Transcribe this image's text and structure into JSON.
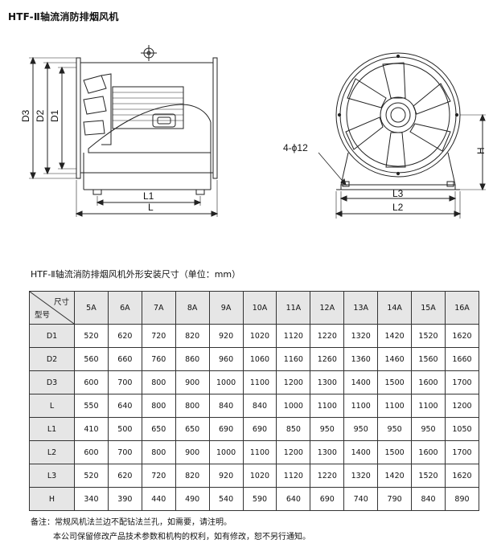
{
  "title": "HTF-Ⅱ轴流消防排烟风机",
  "drawing": {
    "labels": {
      "d3": "D3",
      "d2": "D2",
      "d1": "D1",
      "l1": "L1",
      "l": "L",
      "holes": "4-ϕ12",
      "l3": "L3",
      "l2": "L2",
      "h": "H"
    }
  },
  "table": {
    "caption": "HTF-Ⅱ轴流消防排烟风机外形安装尺寸（单位：mm）",
    "corner_top": "尺寸",
    "corner_bottom": "型号",
    "columns": [
      "5A",
      "6A",
      "7A",
      "8A",
      "9A",
      "10A",
      "11A",
      "12A",
      "13A",
      "14A",
      "15A",
      "16A"
    ],
    "rows": [
      {
        "label": "D1",
        "values": [
          "520",
          "620",
          "720",
          "820",
          "920",
          "1020",
          "1120",
          "1220",
          "1320",
          "1420",
          "1520",
          "1620"
        ]
      },
      {
        "label": "D2",
        "values": [
          "560",
          "660",
          "760",
          "860",
          "960",
          "1060",
          "1160",
          "1260",
          "1360",
          "1460",
          "1560",
          "1660"
        ]
      },
      {
        "label": "D3",
        "values": [
          "600",
          "700",
          "800",
          "900",
          "1000",
          "1100",
          "1200",
          "1300",
          "1400",
          "1500",
          "1600",
          "1700"
        ]
      },
      {
        "label": "L",
        "values": [
          "550",
          "640",
          "800",
          "800",
          "840",
          "840",
          "1000",
          "1100",
          "1100",
          "1100",
          "1100",
          "1200"
        ]
      },
      {
        "label": "L1",
        "values": [
          "410",
          "500",
          "650",
          "650",
          "690",
          "690",
          "850",
          "950",
          "950",
          "950",
          "950",
          "1050"
        ]
      },
      {
        "label": "L2",
        "values": [
          "600",
          "700",
          "800",
          "900",
          "1000",
          "1100",
          "1200",
          "1300",
          "1400",
          "1500",
          "1600",
          "1700"
        ]
      },
      {
        "label": "L3",
        "values": [
          "520",
          "620",
          "720",
          "820",
          "920",
          "1020",
          "1120",
          "1220",
          "1320",
          "1420",
          "1520",
          "1620"
        ]
      },
      {
        "label": "H",
        "values": [
          "340",
          "390",
          "440",
          "490",
          "540",
          "590",
          "640",
          "690",
          "740",
          "790",
          "840",
          "890"
        ]
      }
    ]
  },
  "notes": {
    "line1": "备注：常规风机法兰边不配钻法兰孔，如需要，请注明。",
    "line2": "本公司保留修改产品技术参数和机构的权利，如有修改，恕不另行通知。"
  }
}
